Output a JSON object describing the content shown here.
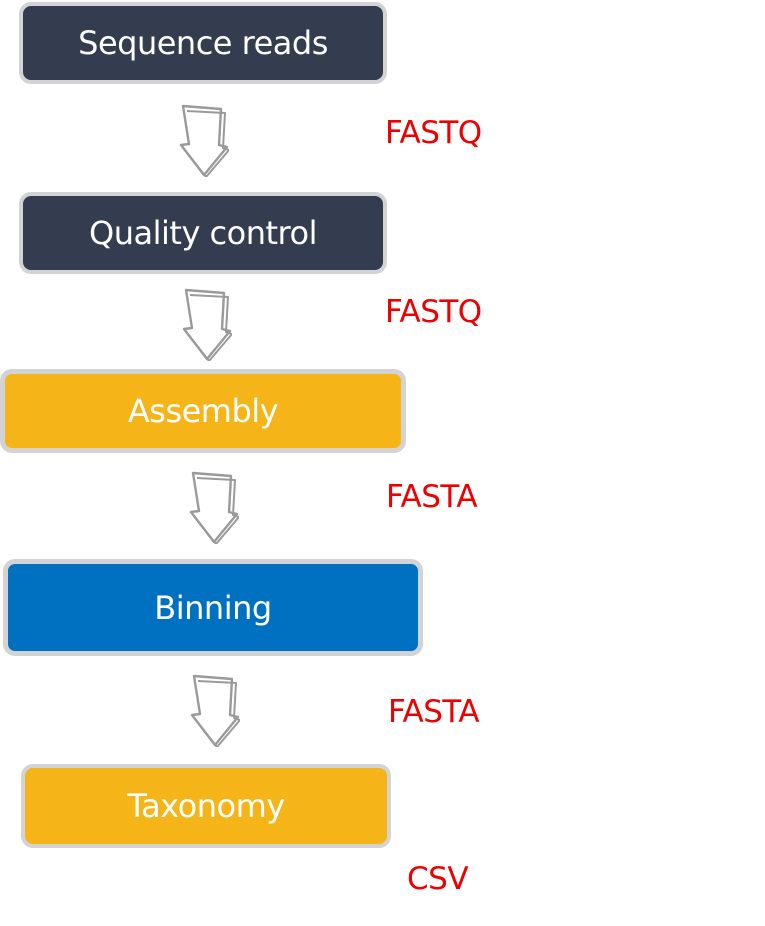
{
  "steps": [
    {
      "label": "Sequence reads",
      "fill": "#343d4f"
    },
    {
      "label": "Quality control",
      "fill": "#343d4f"
    },
    {
      "label": "Assembly",
      "fill": "#f5b418"
    },
    {
      "label": "Binning",
      "fill": "#0070c0"
    },
    {
      "label": "Taxonomy",
      "fill": "#f5b418"
    }
  ],
  "formats": [
    "FASTQ",
    "FASTQ",
    "FASTA",
    "FASTA",
    "CSV"
  ],
  "colors": {
    "format_text": "#ee0000",
    "box_border": "#d2d3d5",
    "arrow_stroke": "#9a9a9a"
  },
  "icons": {
    "flow_arrow": "down-arrow-icon"
  }
}
